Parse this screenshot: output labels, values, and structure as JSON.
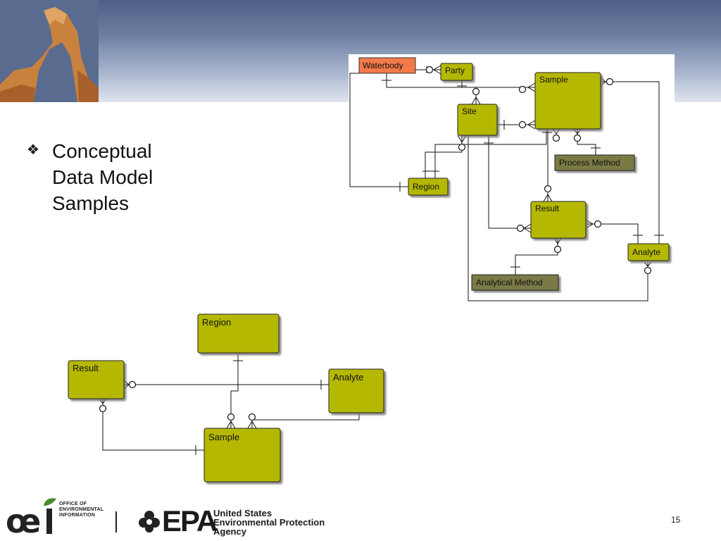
{
  "slide": {
    "bullet_symbol": "❖",
    "bullet_lines": [
      "Conceptual",
      "Data Model",
      "Samples"
    ],
    "page_number": "15"
  },
  "colors": {
    "header_top": "#4e5f86",
    "entity_fill": "#b5b800",
    "entity_highlight": "#f47a4a",
    "entity_dark": "#7a7a44",
    "line": "#111111"
  },
  "diagram_top": {
    "entities": {
      "waterbody": "Waterbody",
      "party": "Party",
      "sample": "Sample",
      "site": "Site",
      "process_method": "Process Method",
      "region": "Region",
      "result": "Result",
      "analyte": "Analyte",
      "analytical_method": "Analytical Method"
    }
  },
  "diagram_bottom": {
    "entities": {
      "region": "Region",
      "result": "Result",
      "analyte": "Analyte",
      "sample": "Sample"
    }
  },
  "footer": {
    "oei_lines": [
      "OFFICE OF",
      "ENVIRONMENTAL",
      "INFORMATION"
    ],
    "epa_word": "EPA",
    "epa_agency_lines": [
      "United States",
      "Environmental Protection",
      "Agency"
    ]
  }
}
